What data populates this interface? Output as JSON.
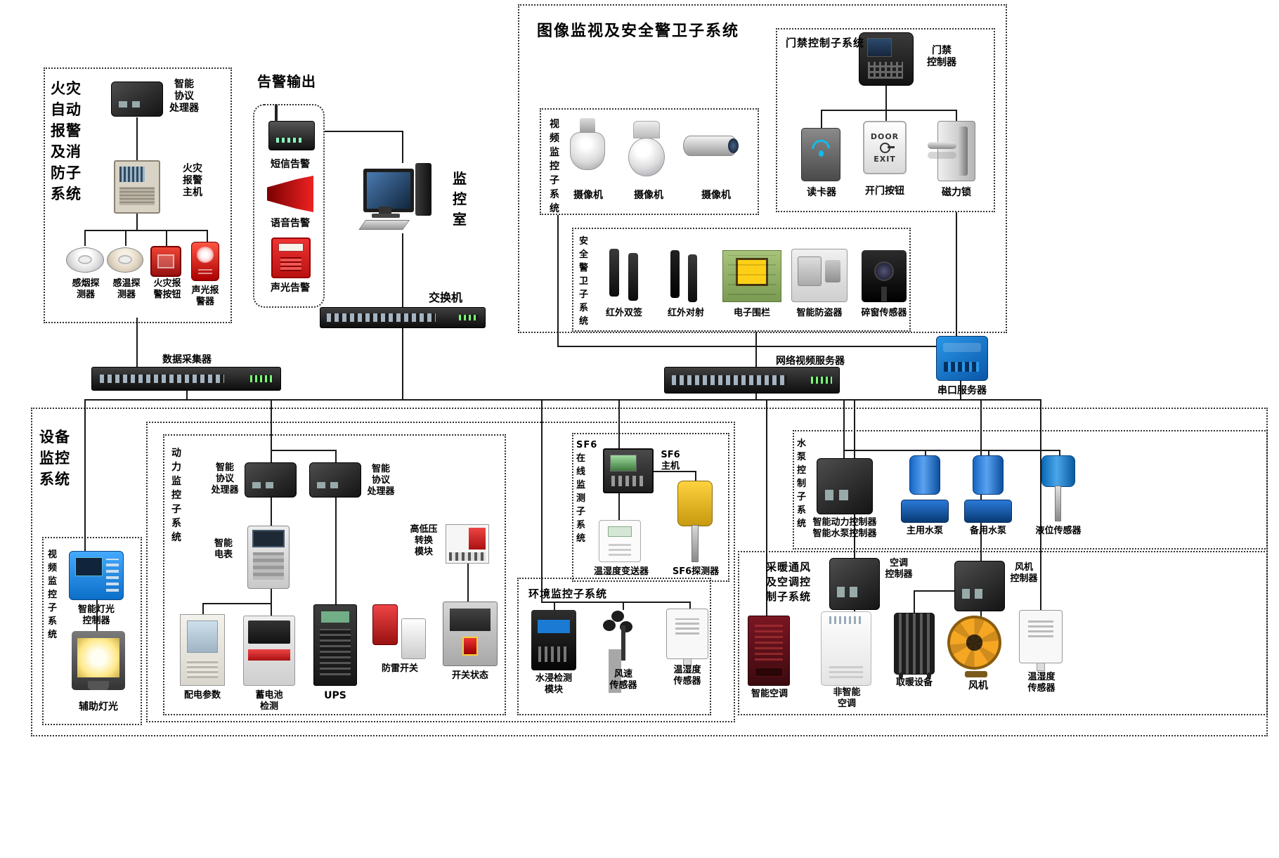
{
  "colors": {
    "line": "#1a1a1a",
    "alarm_red": "#cc1111",
    "device_blue": "#1a7ad4",
    "pump_blue": "#1566c4",
    "fence_yellow": "#fdd017"
  },
  "fire": {
    "title": [
      "火灾",
      "自动",
      "报警",
      "及消",
      "防子",
      "系统"
    ],
    "cpu": [
      "智能",
      "协议",
      "处理器"
    ],
    "host": [
      "火灾",
      "报警",
      "主机"
    ],
    "detectors": [
      [
        "感烟探",
        "测器"
      ],
      [
        "感温探",
        "测器"
      ],
      [
        "火灾报",
        "警按钮"
      ],
      [
        "声光报",
        "警器"
      ]
    ]
  },
  "alarm_out": {
    "title": "告警输出",
    "items": [
      "短信告警",
      "语音告警",
      "声光告警"
    ]
  },
  "monitor_room": [
    "监",
    "控",
    "室"
  ],
  "lan_switch": "交换机",
  "surveillance": {
    "title": "图像监视及安全警卫子系统",
    "access": {
      "title": "门禁控制子系统",
      "controller": [
        "门禁",
        "控制器"
      ],
      "reader": "读卡器",
      "open_button": "开门按钮",
      "button_door": "DOOR",
      "button_exit": "EXIT",
      "lock": "磁力锁"
    },
    "video": {
      "title": [
        "视",
        "频",
        "监",
        "控",
        "子",
        "系",
        "统"
      ],
      "cameras": [
        "摄像机",
        "摄像机",
        "摄像机"
      ]
    },
    "guard": {
      "title": [
        "安",
        "全",
        "警",
        "卫",
        "子",
        "系",
        "统"
      ],
      "items": [
        "红外双签",
        "红外对射",
        "电子围栏",
        "智能防盗器",
        "碎窗传感器"
      ]
    }
  },
  "collector": "数据采集器",
  "nvr": "网络视频服务器",
  "serial_server": "串口服务器",
  "equipment": {
    "title": [
      "设备",
      "监控",
      "系统"
    ],
    "lighting": {
      "title": [
        "视",
        "频",
        "监",
        "控",
        "子",
        "系",
        "统"
      ],
      "controller": [
        "智能灯光",
        "控制器"
      ],
      "aux_light": "辅助灯光"
    },
    "power": {
      "title": [
        "动",
        "力",
        "监",
        "控",
        "子",
        "系",
        "统"
      ],
      "cpu_left": [
        "智能",
        "协议",
        "处理器"
      ],
      "cpu_right": [
        "智能",
        "协议",
        "处理器"
      ],
      "meter": [
        "智能",
        "电表"
      ],
      "hv_module": [
        "高低压",
        "转换",
        "模块"
      ],
      "row": [
        "配电参数",
        [
          "蓄电池",
          "检测"
        ],
        "UPS",
        "防雷开关",
        "开关状态"
      ]
    },
    "sf6": {
      "title": [
        "SF6",
        "在",
        "线",
        "监",
        "测",
        "子",
        "系",
        "统"
      ],
      "host": [
        "SF6",
        "主机"
      ],
      "transmitter": "温湿度变送器",
      "detector": "SF6探测器"
    },
    "env": {
      "title": "环境监控子系统",
      "items": [
        [
          "水浸检测",
          "模块"
        ],
        [
          "风速",
          "传感器"
        ],
        [
          "温湿度",
          "传感器"
        ]
      ]
    },
    "pump": {
      "title": [
        "水",
        "泵",
        "控",
        "制",
        "子",
        "系",
        "统"
      ],
      "controller": [
        "智能动力控制器",
        "智能水泵控制器"
      ],
      "main_pump": "主用水泵",
      "backup_pump": "备用水泵",
      "level_sensor": "液位传感器"
    },
    "hvac": {
      "title": [
        "采暖通风",
        "及空调控",
        "制子系统"
      ],
      "ac_controller": [
        "空调",
        "控制器"
      ],
      "fan_controller": [
        "风机",
        "控制器"
      ],
      "smart_ac": "智能空调",
      "plain_ac": [
        "非智能",
        "空调"
      ],
      "heater": "取暖设备",
      "fan": "风机",
      "th_sensor": [
        "温湿度",
        "传感器"
      ]
    }
  }
}
